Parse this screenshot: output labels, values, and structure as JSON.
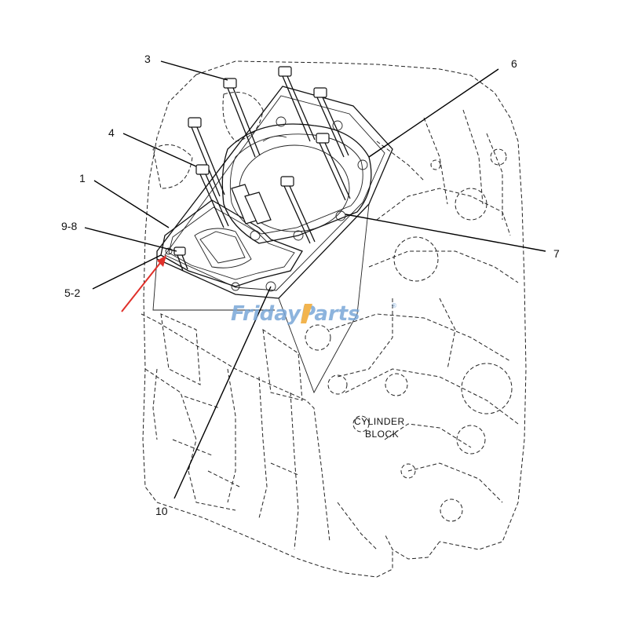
{
  "callouts": {
    "c3": "3",
    "c6": "6",
    "c4": "4",
    "c1": "1",
    "c98": "9-8",
    "c52": "5-2",
    "c7": "7",
    "c10": "10"
  },
  "block_label": {
    "line1": "CYLINDER",
    "line2": "BLOCK"
  },
  "watermark": {
    "part1": "Friday",
    "part2": "Parts",
    "registered": "®",
    "color_primary": "#7aa7d8",
    "color_accent": "#f0a830"
  },
  "highlight_arrow_color": "#e0302a"
}
